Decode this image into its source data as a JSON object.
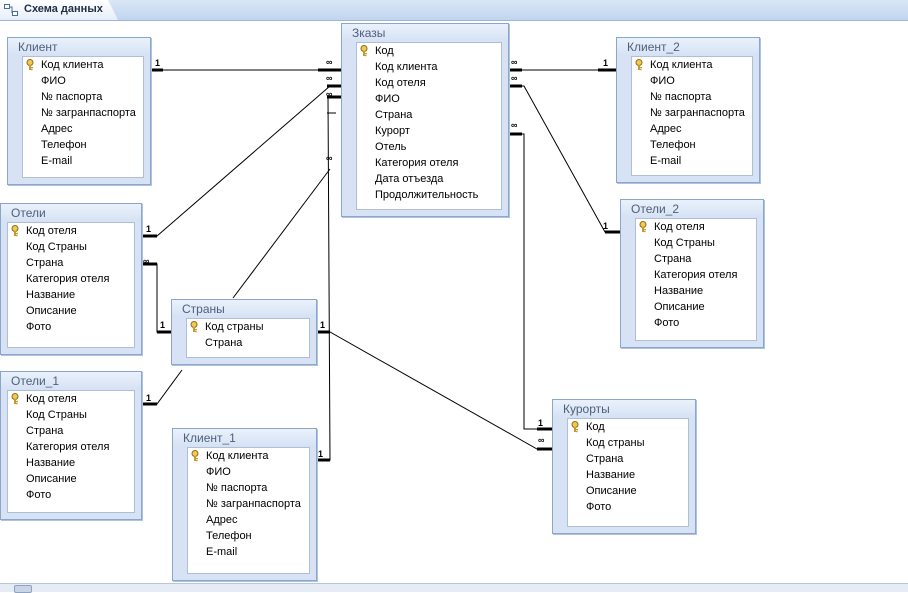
{
  "tab": {
    "label": "Схема данных",
    "icon": "relationships-icon"
  },
  "tables": {
    "klient": {
      "title": "Клиент",
      "fields": [
        "Код клиента",
        "ФИО",
        "№ паспорта",
        "№ загранпаспорта",
        "Адрес",
        "Телефон",
        "E-mail"
      ]
    },
    "zakazy": {
      "title": "Зказы",
      "fields": [
        "Код",
        "Код клиента",
        "Код отеля",
        "ФИО",
        "Страна",
        "Курорт",
        "Отель",
        "Категория отеля",
        "Дата отъезда",
        "Продолжительность"
      ]
    },
    "klient2": {
      "title": "Клиент_2",
      "fields": [
        "Код клиента",
        "ФИО",
        "№ паспорта",
        "№ загранпаспорта",
        "Адрес",
        "Телефон",
        "E-mail"
      ]
    },
    "oteli": {
      "title": "Отели",
      "fields": [
        "Код отеля",
        "Код Страны",
        "Страна",
        "Категория отеля",
        "Название",
        "Описание",
        "Фото"
      ]
    },
    "oteli2": {
      "title": "Отели_2",
      "fields": [
        "Код отеля",
        "Код Страны",
        "Страна",
        "Категория отеля",
        "Название",
        "Описание",
        "Фото"
      ]
    },
    "strany": {
      "title": "Страны",
      "fields": [
        "Код страны",
        "Страна"
      ]
    },
    "oteli1": {
      "title": "Отели_1",
      "fields": [
        "Код отеля",
        "Код Страны",
        "Страна",
        "Категория отеля",
        "Название",
        "Описание",
        "Фото"
      ]
    },
    "klient1": {
      "title": "Клиент_1",
      "fields": [
        "Код клиента",
        "ФИО",
        "№ паспорта",
        "№ загранпаспорта",
        "Адрес",
        "Телефон",
        "E-mail"
      ]
    },
    "kurorty": {
      "title": "Курорты",
      "fields": [
        "Код",
        "Код страны",
        "Страна",
        "Название",
        "Описание",
        "Фото"
      ]
    }
  },
  "cardinality": {
    "one": "1",
    "many": "∞"
  }
}
